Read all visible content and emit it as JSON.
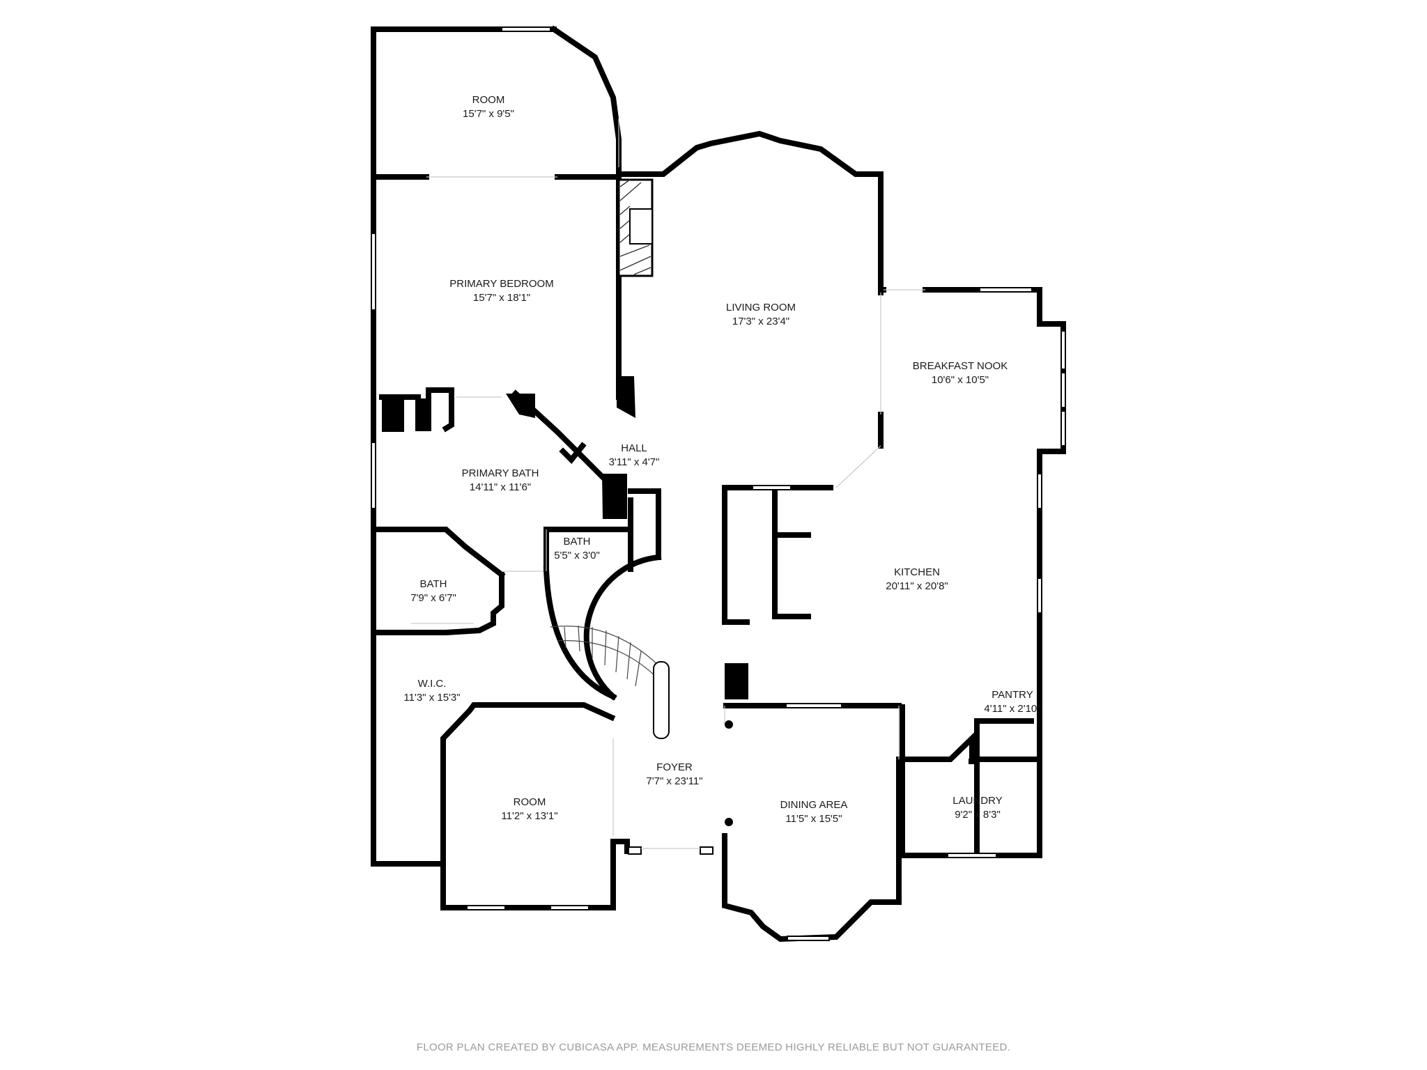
{
  "rooms": [
    {
      "id": "room-top",
      "name": "ROOM",
      "dims": "15'7\" x 9'5\""
    },
    {
      "id": "primary-bedroom",
      "name": "PRIMARY BEDROOM",
      "dims": "15'7\" x 18'1\""
    },
    {
      "id": "living-room",
      "name": "LIVING ROOM",
      "dims": "17'3\" x 23'4\""
    },
    {
      "id": "breakfast-nook",
      "name": "BREAKFAST NOOK",
      "dims": "10'6\" x 10'5\""
    },
    {
      "id": "hall",
      "name": "HALL",
      "dims": "3'11\" x 4'7\""
    },
    {
      "id": "primary-bath",
      "name": "PRIMARY BATH",
      "dims": "14'11\" x 11'6\""
    },
    {
      "id": "bath-small",
      "name": "BATH",
      "dims": "5'5\" x 3'0\""
    },
    {
      "id": "bath",
      "name": "BATH",
      "dims": "7'9\" x 6'7\""
    },
    {
      "id": "kitchen",
      "name": "KITCHEN",
      "dims": "20'11\" x 20'8\""
    },
    {
      "id": "wic",
      "name": "W.I.C.",
      "dims": "11'3\" x 15'3\""
    },
    {
      "id": "pantry",
      "name": "PANTRY",
      "dims": "4'11\" x 2'10\""
    },
    {
      "id": "foyer",
      "name": "FOYER",
      "dims": "7'7\" x 23'11\""
    },
    {
      "id": "room-bottom",
      "name": "ROOM",
      "dims": "11'2\" x 13'1\""
    },
    {
      "id": "dining-area",
      "name": "DINING AREA",
      "dims": "11'5\" x 15'5\""
    },
    {
      "id": "laundry",
      "name": "LAUNDRY",
      "dims": "9'2\" x 8'3\""
    }
  ],
  "footer": "FLOOR PLAN CREATED BY CUBICASA APP. MEASUREMENTS DEEMED HIGHLY RELIABLE BUT NOT GUARANTEED."
}
